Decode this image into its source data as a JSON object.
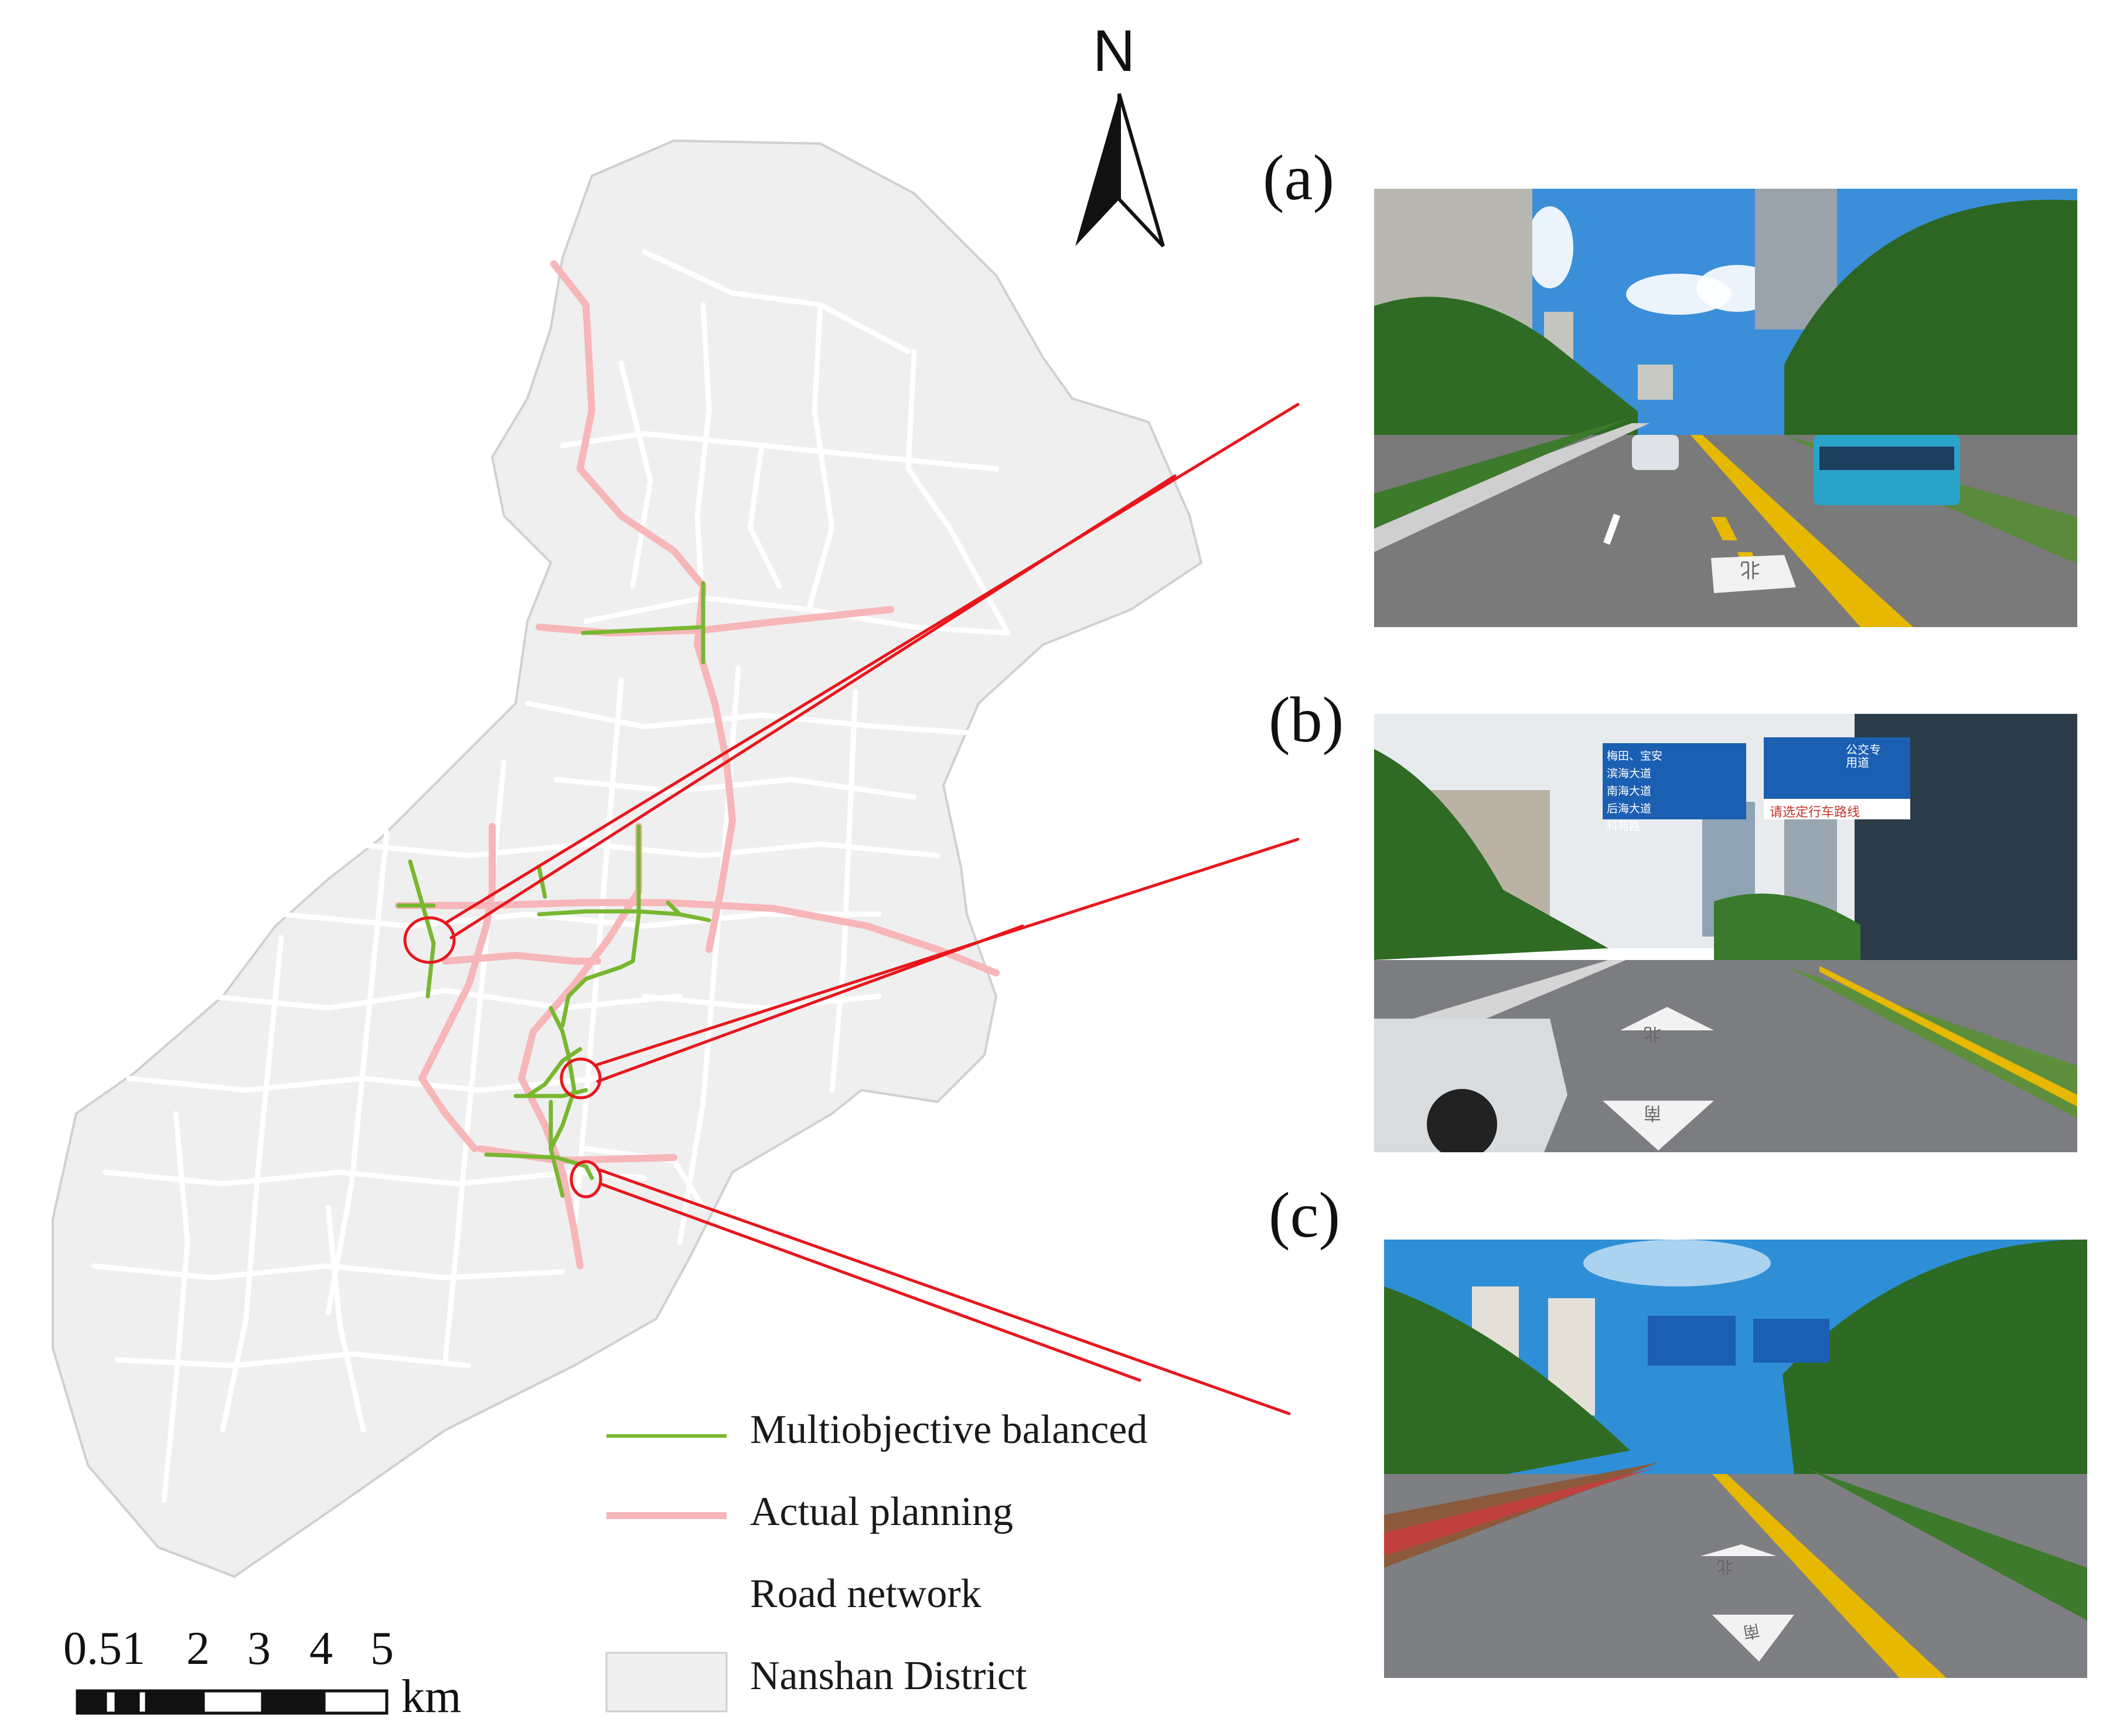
{
  "north_arrow": {
    "label": "N",
    "icon": "north-arrow-icon"
  },
  "map": {
    "district_color": "#efefef",
    "district_stroke": "#d0d0d0",
    "road_color": "#ffffff",
    "actual_planning_color": "#f7b6b8",
    "multiobjective_color": "#79b731",
    "callout_color": "#e8161c"
  },
  "legend": [
    {
      "key": "multiobjective",
      "label": "Multiobjective balanced",
      "symbol": "line",
      "color": "#79b731"
    },
    {
      "key": "actual",
      "label": "Actual planning",
      "symbol": "line",
      "color": "#f7b6b8"
    },
    {
      "key": "road",
      "label": "Road network",
      "symbol": "line",
      "color": "#ffffff"
    },
    {
      "key": "district",
      "label": "Nanshan District",
      "symbol": "box",
      "color": "#efefef"
    }
  ],
  "scale_bar": {
    "ticks": [
      "0.51",
      "2",
      "3",
      "4",
      "5"
    ],
    "unit": "km"
  },
  "panels": [
    {
      "id": "a",
      "label": "(a)",
      "road_marking": "北",
      "sign_text": ""
    },
    {
      "id": "b",
      "label": "(b)",
      "road_marking": "北",
      "road_marking_2": "南",
      "sign_left": [
        "梅田、宝安",
        "滨海大道",
        "南海大道",
        "后海大道",
        "科苑路"
      ],
      "sign_right_top": "公交专用道",
      "sign_right_bottom": "请选定行车路线"
    },
    {
      "id": "c",
      "label": "(c)",
      "road_marking": "北",
      "road_marking_2": "南"
    }
  ]
}
